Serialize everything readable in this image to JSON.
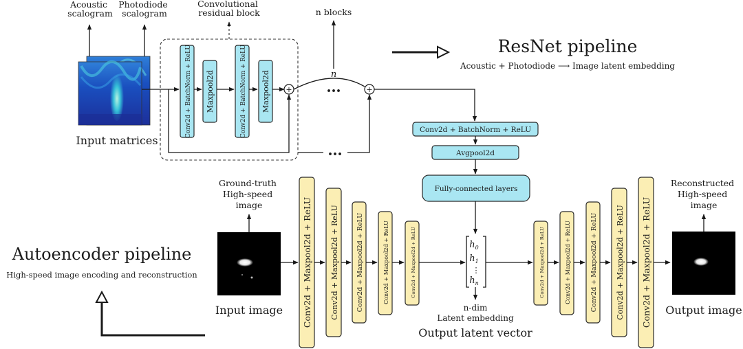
{
  "resnet": {
    "title": "ResNet pipeline",
    "subtitle": "Acoustic + Photodiode ⟶ Image latent embedding",
    "acoustic_label": [
      "Acoustic",
      "scalogram"
    ],
    "photodiode_label": [
      "Photodiode",
      "scalogram"
    ],
    "residual_label": [
      "Convolutional",
      "residual block"
    ],
    "nblocks_label": "n blocks",
    "n_label": "n",
    "input_label": "Input matrices",
    "block_conv": "Conv2d + BatchNorm + ReLU",
    "block_pool": "Maxpool2d",
    "head_conv": "Conv2d + BatchNorm + ReLU",
    "head_pool": "Avgpool2d",
    "head_fc": "Fully-connected layers"
  },
  "autoencoder": {
    "title": "Autoencoder pipeline",
    "subtitle": "High-speed image encoding and reconstruction",
    "gt_label": [
      "Ground-truth",
      "High-speed",
      "image"
    ],
    "recon_label": [
      "Reconstructed",
      "High-speed",
      "image"
    ],
    "input_label": "Input image",
    "output_label": "Output image",
    "layer_label": "Conv2d + Maxpool2d + ReLU",
    "latent": [
      "h",
      "h",
      "⋮",
      "h"
    ],
    "latent_subs": [
      "0",
      "1",
      "",
      "n"
    ],
    "ndim_label": "n-dim",
    "latent_embed_label": "Latent embedding",
    "output_vector_label": "Output latent vector"
  },
  "symbols": {
    "ellipsis": "•••",
    "plus": "+"
  },
  "colors": {
    "blue_block": "#a9e6f2",
    "yellow_block": "#fbeeb4"
  }
}
